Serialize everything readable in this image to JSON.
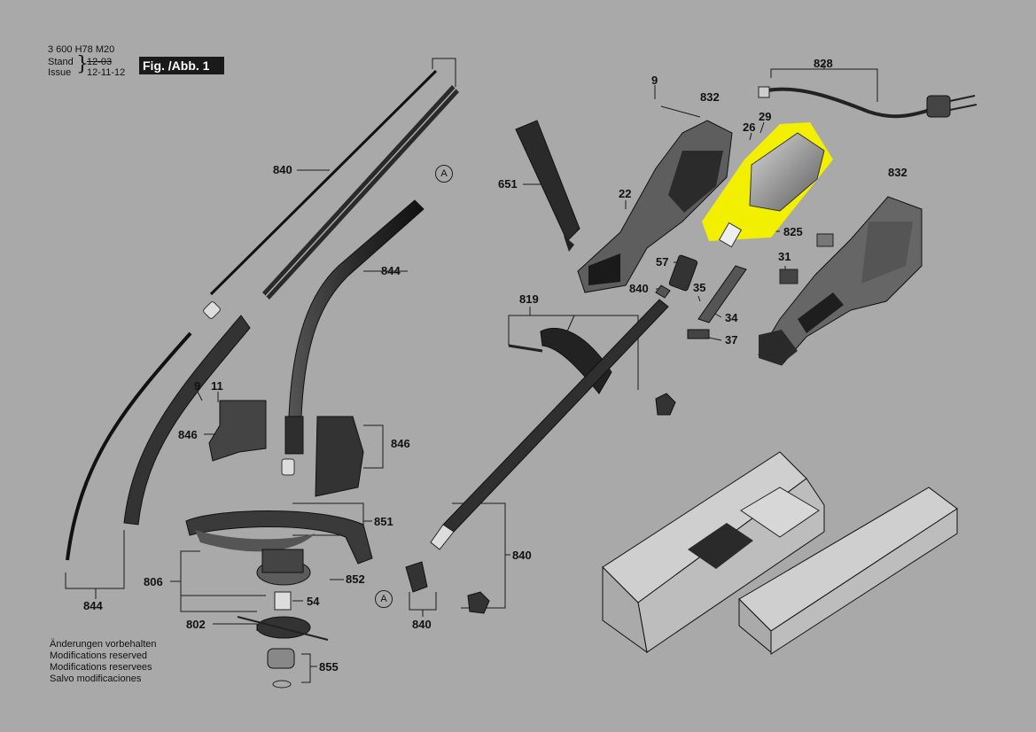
{
  "header": {
    "doc_number": "3 600 H78 M20",
    "stand_label": "Stand",
    "issue_label": "Issue",
    "stand_date": "12-03",
    "issue_date": "12-11-12",
    "fig_label": "Fig. /Abb. 1"
  },
  "modifications": [
    "Änderungen vorbehalten",
    "Modifications reserved",
    "Modifications reservees",
    "Salvo modificaciones"
  ],
  "ref_marker": "A",
  "parts": {
    "p828": "828",
    "p9_top": "9",
    "p832_left": "832",
    "p832_right": "832",
    "p29": "29",
    "p26": "26",
    "p651": "651",
    "p22": "22",
    "p825": "825",
    "p57": "57",
    "p31": "31",
    "p840_mid": "840",
    "p35": "35",
    "p34": "34",
    "p37": "37",
    "p819": "819",
    "p840_top": "840",
    "p844_top": "844",
    "p9_left": "9",
    "p11": "11",
    "p846_left": "846",
    "p846_right": "846",
    "p851": "851",
    "p806": "806",
    "p852": "852",
    "p54": "54",
    "p802": "802",
    "p855": "855",
    "p844_bottom": "844",
    "p840_right": "840",
    "p840_bottom": "840"
  },
  "colors": {
    "background": "#a9a9a9",
    "highlight": "#f2ef00",
    "part_dark": "#2a2a2a",
    "part_mid": "#6b6b6b",
    "line": "#1a1a1a"
  }
}
